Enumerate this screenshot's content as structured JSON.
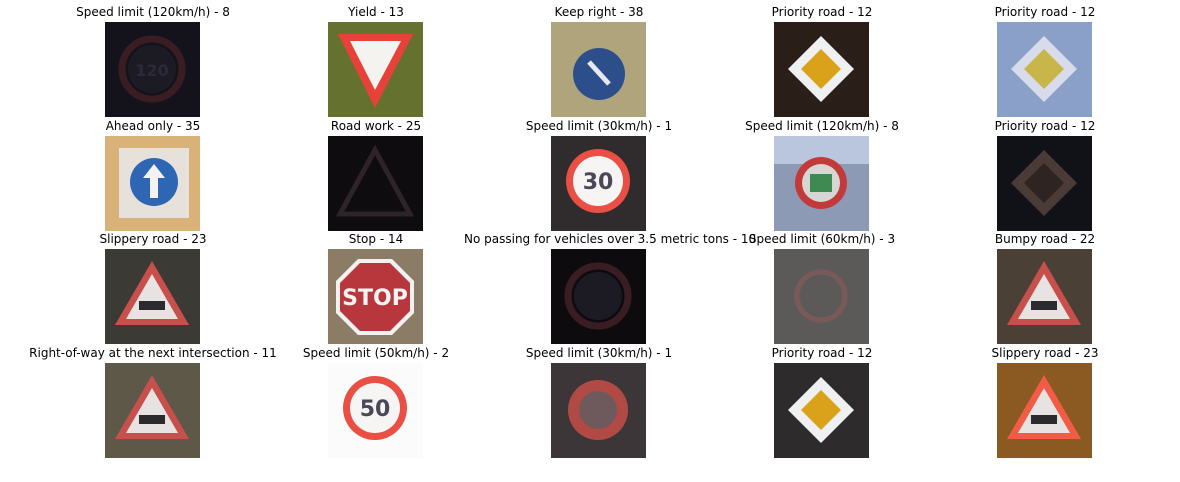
{
  "panels": [
    {
      "title": "Speed limit (120km/h) - 8",
      "icon": "speed-limit-sign",
      "bg": "#14131b",
      "sign": "circle-dark",
      "text": "120"
    },
    {
      "title": "Yield - 13",
      "icon": "yield-sign",
      "bg": "#7e7a35",
      "sign": "yield"
    },
    {
      "title": "Keep right - 38",
      "icon": "keep-right-sign",
      "bg": "#b0a47c",
      "sign": "keep-right"
    },
    {
      "title": "Priority road - 12",
      "icon": "priority-road-sign",
      "bg": "#2a1f18",
      "sign": "priority"
    },
    {
      "title": "Priority road - 12",
      "icon": "priority-road-sign",
      "bg": "#8aa0c8",
      "sign": "priority-pale"
    },
    {
      "title": "Ahead only - 35",
      "icon": "ahead-only-sign",
      "bg": "#d9b27a",
      "sign": "ahead"
    },
    {
      "title": "Road work - 25",
      "icon": "road-work-sign",
      "bg": "#0f0c10",
      "sign": "triangle-dark"
    },
    {
      "title": "Speed limit (30km/h) - 1",
      "icon": "speed-limit-sign",
      "bg": "#302b2c",
      "sign": "circle-bright",
      "text": "30"
    },
    {
      "title": "Speed limit (120km/h) - 8",
      "icon": "speed-limit-sign",
      "bg": "#8c9ab5",
      "sign": "circle-green"
    },
    {
      "title": "Priority road - 12",
      "icon": "priority-road-sign",
      "bg": "#111217",
      "sign": "priority-dark"
    },
    {
      "title": "Slippery road - 23",
      "icon": "slippery-road-sign",
      "bg": "#3c3a35",
      "sign": "triangle"
    },
    {
      "title": "Stop - 14",
      "icon": "stop-sign",
      "bg": "#8b7c66",
      "sign": "stop",
      "text": "STOP"
    },
    {
      "title": "No passing for vehicles over 3.5 metric tons - 10",
      "icon": "no-passing-trucks-sign",
      "bg": "#0d0b0e",
      "sign": "circle-dark"
    },
    {
      "title": "Speed limit (60km/h) - 3",
      "icon": "speed-limit-sign",
      "bg": "#5b5a58",
      "sign": "circle-faint"
    },
    {
      "title": "Bumpy road - 22",
      "icon": "bumpy-road-sign",
      "bg": "#4a4036",
      "sign": "triangle"
    },
    {
      "title": "Right-of-way at the next intersection - 11",
      "icon": "right-of-way-sign",
      "bg": "#5e5848",
      "sign": "triangle"
    },
    {
      "title": "Speed limit (50km/h) - 2",
      "icon": "speed-limit-sign",
      "bg": "#fbfbfb",
      "sign": "circle-bright",
      "text": "50"
    },
    {
      "title": "Speed limit (30km/h) - 1",
      "icon": "speed-limit-sign",
      "bg": "#3c3638",
      "sign": "circle-blur"
    },
    {
      "title": "Priority road - 12",
      "icon": "priority-road-sign",
      "bg": "#2d2b2c",
      "sign": "priority"
    },
    {
      "title": "Slippery road - 23",
      "icon": "slippery-road-sign",
      "bg": "#8a5a22",
      "sign": "triangle-bright"
    }
  ]
}
